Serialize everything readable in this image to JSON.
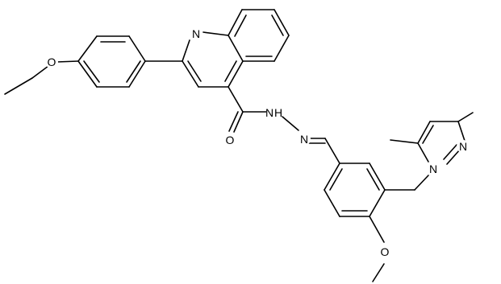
{
  "atom_labels": {
    "quinoline_n": "N",
    "ether_o": "O",
    "carbonyl_o": "O",
    "hydrazide_n1": "N",
    "hydrazide_h1": "H",
    "hydrazide_n2": "N",
    "pyrazole_n1": "N",
    "pyrazole_n2": "N",
    "methoxy_o": "O"
  }
}
